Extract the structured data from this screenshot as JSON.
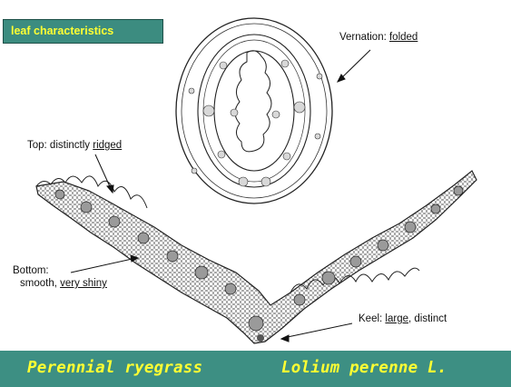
{
  "tag": "leaf characteristics",
  "callouts": {
    "vernation": {
      "label": "Vernation: ",
      "value": "folded"
    },
    "top": {
      "label": "Top: distinctly ",
      "value": "ridged"
    },
    "bottom": {
      "line1": "Bottom:",
      "prefix": "smooth, ",
      "value": "very shiny"
    },
    "keel": {
      "label": "Keel: ",
      "value": "large",
      "suffix": ", distinct"
    }
  },
  "footer": {
    "common_name": "Perennial ryegrass",
    "scientific_name": "Lolium perenne L."
  },
  "colors": {
    "bar": "#3d8f83",
    "bar_text": "#ffff33",
    "tag_bg": "#3c8c80",
    "tag_text": "#ffff33"
  }
}
